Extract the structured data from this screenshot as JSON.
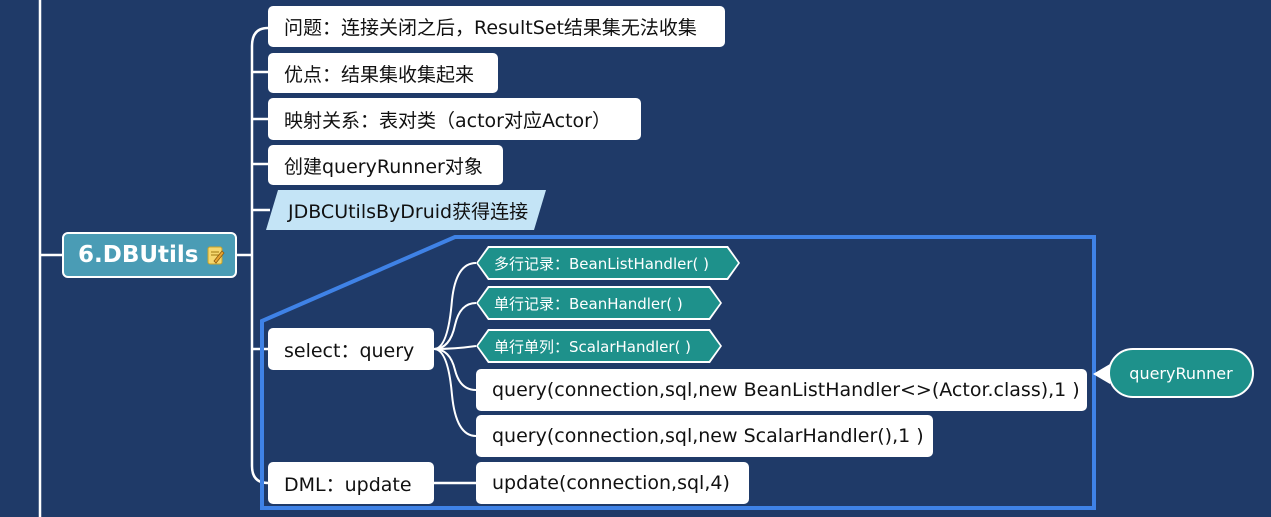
{
  "root": {
    "label": "6.DBUtils",
    "icon": "note-edit-icon"
  },
  "branches": {
    "problem": "问题：连接关闭之后，ResultSet结果集无法收集",
    "advantage": "优点：结果集收集起来",
    "mapping": "映射关系：表对类（actor对应Actor）",
    "create": "创建queryRunner对象",
    "connect": "JDBCUtilsByDruid获得连接",
    "select": "select：query",
    "dml": "DML：update"
  },
  "select_children": {
    "multi_row": "多行记录：BeanListHandler( )",
    "single_row": "单行记录：BeanHandler( )",
    "single_col": "单行单列：ScalarHandler( )",
    "query_list": "query(connection,sql,new BeanListHandler<>(Actor.class),1 )",
    "query_scalar": "query(connection,sql,new ScalarHandler(),1 )"
  },
  "dml_child": "update(connection,sql,4)",
  "callout": "queryRunner",
  "colors": {
    "background": "#1f3a68",
    "root_fill": "#4a9cb5",
    "teal": "#1e918b",
    "boundary": "#3f82e6",
    "link": "#ffffff",
    "parallelogram": "#c4e4f6"
  }
}
